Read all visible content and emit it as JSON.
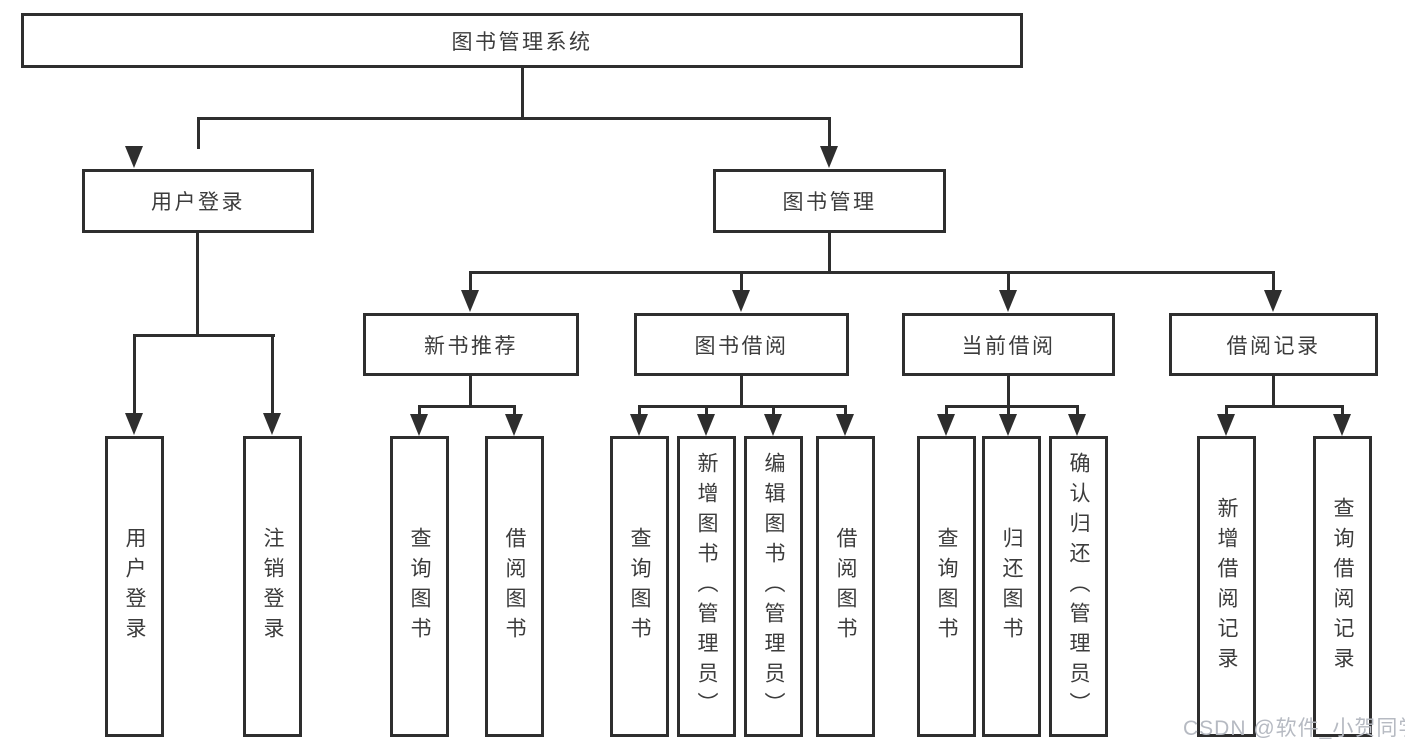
{
  "diagram": {
    "root": {
      "label": "图书管理系统"
    },
    "level2": {
      "user_login": {
        "label": "用户登录"
      },
      "book_mgmt": {
        "label": "图书管理"
      }
    },
    "level3": {
      "new_book_rec": {
        "label": "新书推荐"
      },
      "book_borrow": {
        "label": "图书借阅"
      },
      "current_borrow": {
        "label": "当前借阅"
      },
      "borrow_records": {
        "label": "借阅记录"
      }
    },
    "leaves": {
      "user_login": {
        "label": "用户登录"
      },
      "logout": {
        "label": "注销登录"
      },
      "rec_query_books": {
        "label": "查询图书"
      },
      "rec_borrow_books": {
        "label": "借阅图书"
      },
      "borrow_query_books": {
        "label": "查询图书"
      },
      "borrow_add_books": {
        "label": "新增图书（管理员）"
      },
      "borrow_edit_books": {
        "label": "编辑图书（管理员）"
      },
      "borrow_borrow_books": {
        "label": "借阅图书"
      },
      "current_query_books": {
        "label": "查询图书"
      },
      "current_return_books": {
        "label": "归还图书"
      },
      "current_confirm_return": {
        "label": "确认归还（管理员）"
      },
      "records_add_record": {
        "label": "新增借阅记录"
      },
      "records_query_record": {
        "label": "查询借阅记录"
      }
    }
  },
  "watermark": {
    "text": "CSDN @软件_小贺同学"
  },
  "colors": {
    "line": "#2e2e2e",
    "box_border": "#2e2e2e",
    "text": "#3c3c3c",
    "watermark": "#b6bac2",
    "background": "#ffffff"
  }
}
